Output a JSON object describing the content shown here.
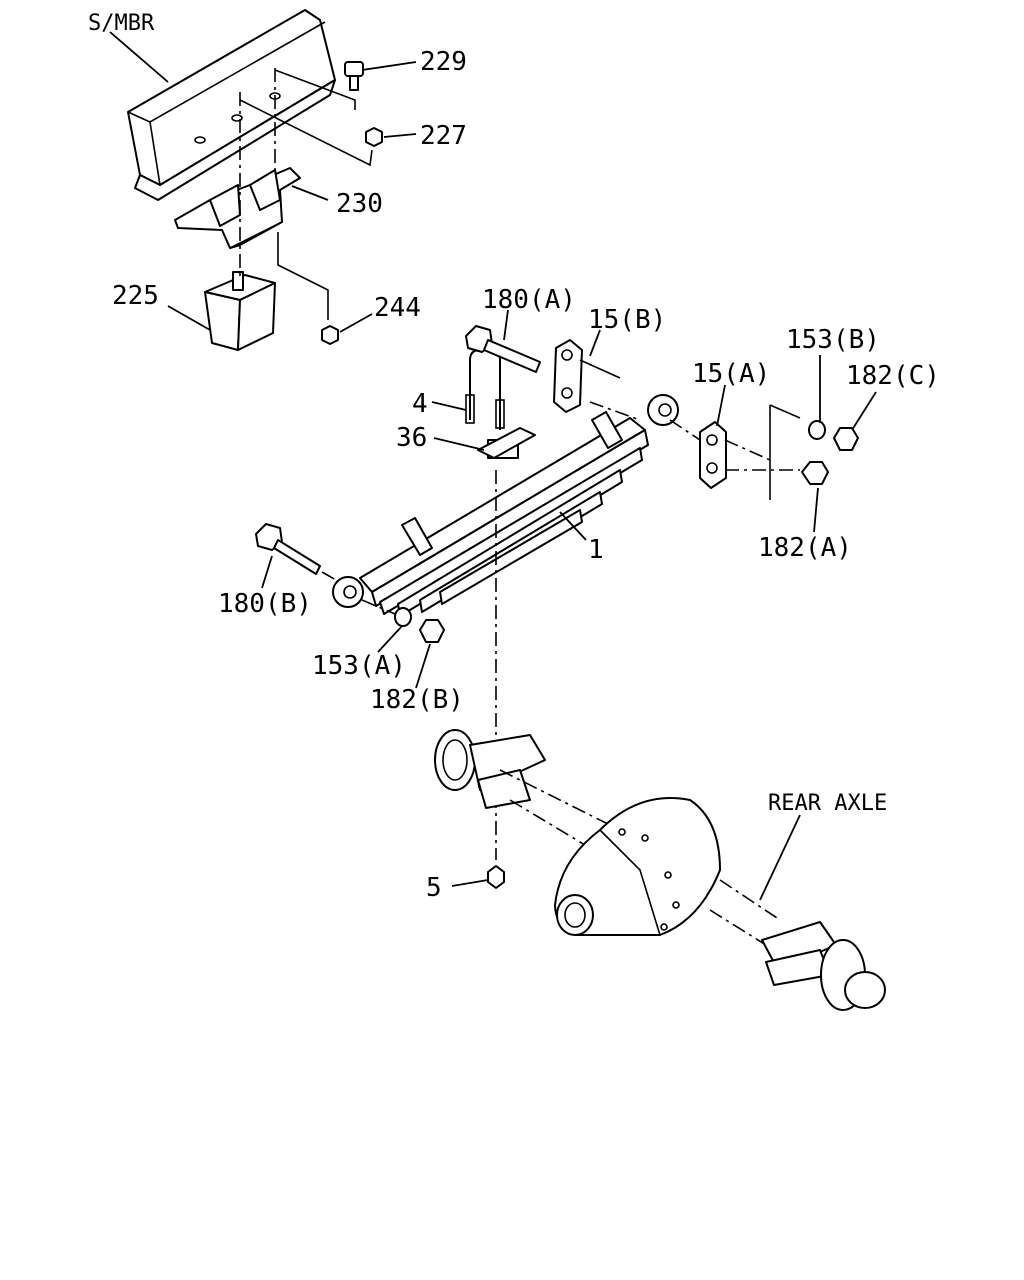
{
  "labels": {
    "smbr": "S/MBR",
    "p229": "229",
    "p227": "227",
    "p230": "230",
    "p225": "225",
    "p244": "244",
    "p180a": "180(A)",
    "p15b": "15(B)",
    "p153b": "153(B)",
    "p182c": "182(C)",
    "p15a": "15(A)",
    "p4": "4",
    "p36": "36",
    "p1": "1",
    "p182a": "182(A)",
    "p180b": "180(B)",
    "p153a": "153(A)",
    "p182b": "182(B)",
    "p5": "5",
    "rear_axle": "REAR AXLE"
  }
}
